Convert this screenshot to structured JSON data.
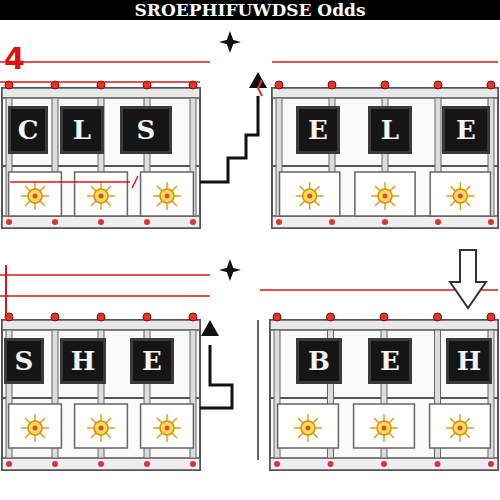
{
  "diagram": {
    "title": "SROEPHIFUWDSE Odds",
    "nodes": [
      {
        "text": [
          "C"
        ]
      },
      {
        "text": [
          "L"
        ]
      },
      {
        "text": [
          "S"
        ]
      },
      {
        "text": [
          "E"
        ]
      },
      {
        "text": [
          "L"
        ]
      },
      {
        "text": [
          "E"
        ]
      },
      {
        "text": [
          "S"
        ]
      },
      {
        "text": [
          "H"
        ]
      },
      {
        "text": [
          "E"
        ]
      },
      {
        "text": [
          "B"
        ]
      },
      {
        "text": [
          "E"
        ]
      },
      {
        "text": [
          "H"
        ]
      }
    ],
    "labels": [
      "4"
    ]
  }
}
